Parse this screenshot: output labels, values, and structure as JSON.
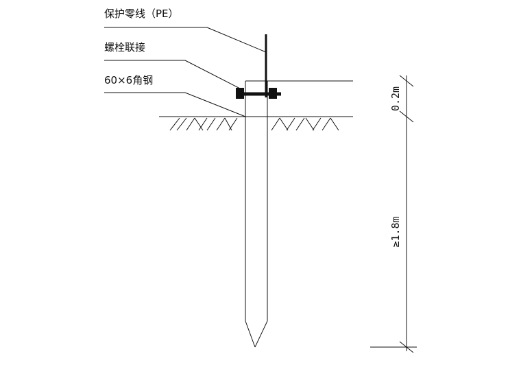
{
  "labels": {
    "pe_conductor": "保护零线（PE）",
    "bolt_connection": "螺栓联接",
    "angle_steel": "60×6角钢"
  },
  "dimensions": {
    "above_ground": "0.2m",
    "below_ground": "≥1.8m"
  },
  "colors": {
    "ink": "#111111",
    "background": "#ffffff"
  }
}
